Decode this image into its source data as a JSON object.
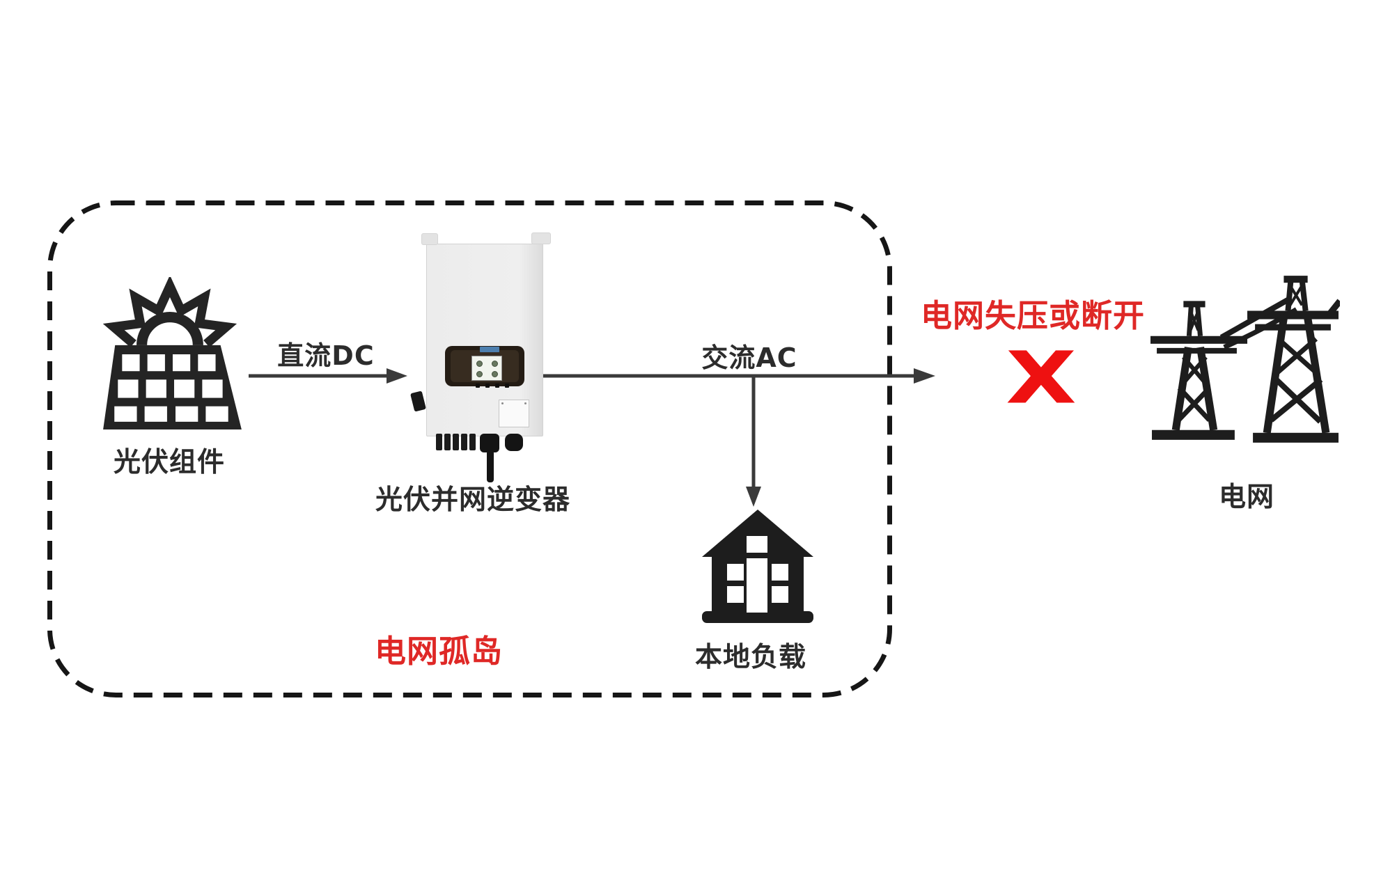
{
  "island": {
    "label": "电网孤岛"
  },
  "nodes": {
    "pv": {
      "label": "光伏组件"
    },
    "inverter": {
      "label": "光伏并网逆变器"
    },
    "load": {
      "label": "本地负载"
    },
    "grid": {
      "label": "电网"
    }
  },
  "links": {
    "dc": {
      "label": "直流DC"
    },
    "ac": {
      "label": "交流AC"
    }
  },
  "fault": {
    "label": "电网失压或断开",
    "mark": "X"
  },
  "colors": {
    "red_text": "#df2826",
    "x_red": "#ee1111",
    "text_black": "#2c2c2c",
    "line": "#3a3a3a",
    "icon_black": "#222222"
  }
}
